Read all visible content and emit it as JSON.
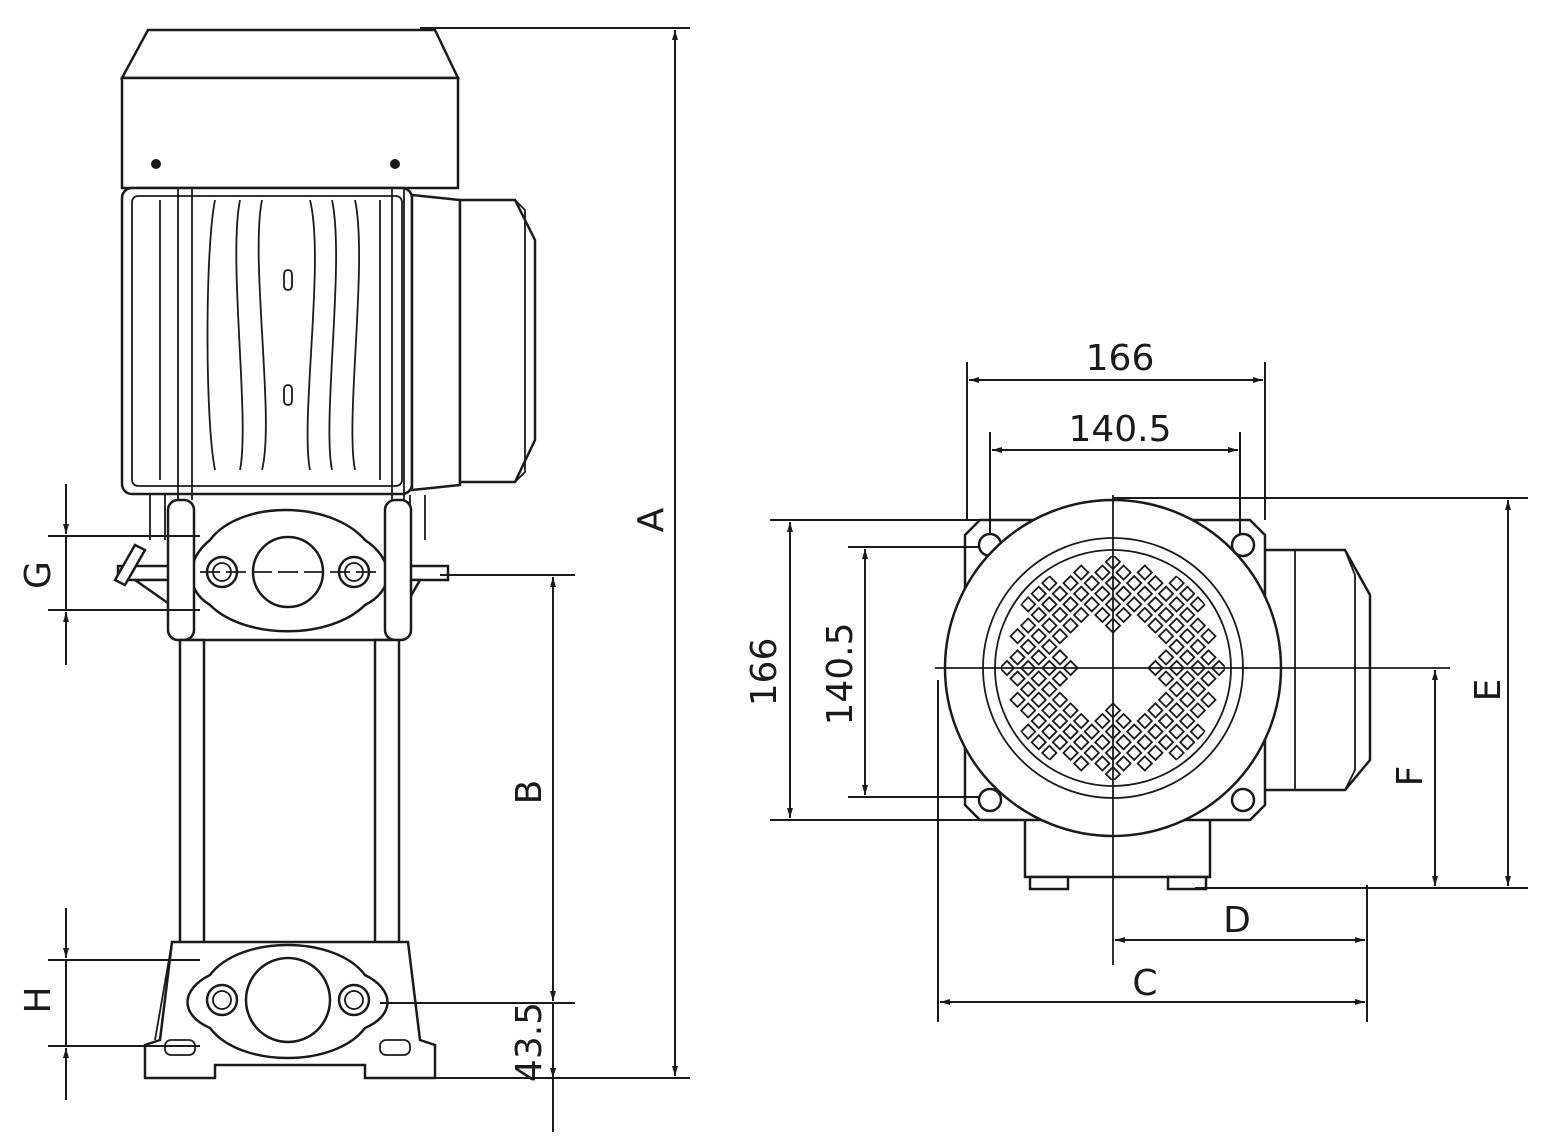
{
  "drawing": {
    "side_view": {
      "dimensions": {
        "overall_height": "A",
        "port_spacing": "B",
        "base_to_inlet": "43.5",
        "outlet_flange": "G",
        "inlet_flange": "H"
      }
    },
    "top_view": {
      "dimensions": {
        "flange_width": "166",
        "bolt_spacing_width": "140.5",
        "flange_height": "166",
        "bolt_spacing_height": "140.5",
        "overall_width": "C",
        "center_to_edge": "D",
        "overall_height": "E",
        "center_to_base": "F"
      }
    }
  },
  "colors": {
    "line": "#1a1a1a",
    "background": "#ffffff"
  }
}
